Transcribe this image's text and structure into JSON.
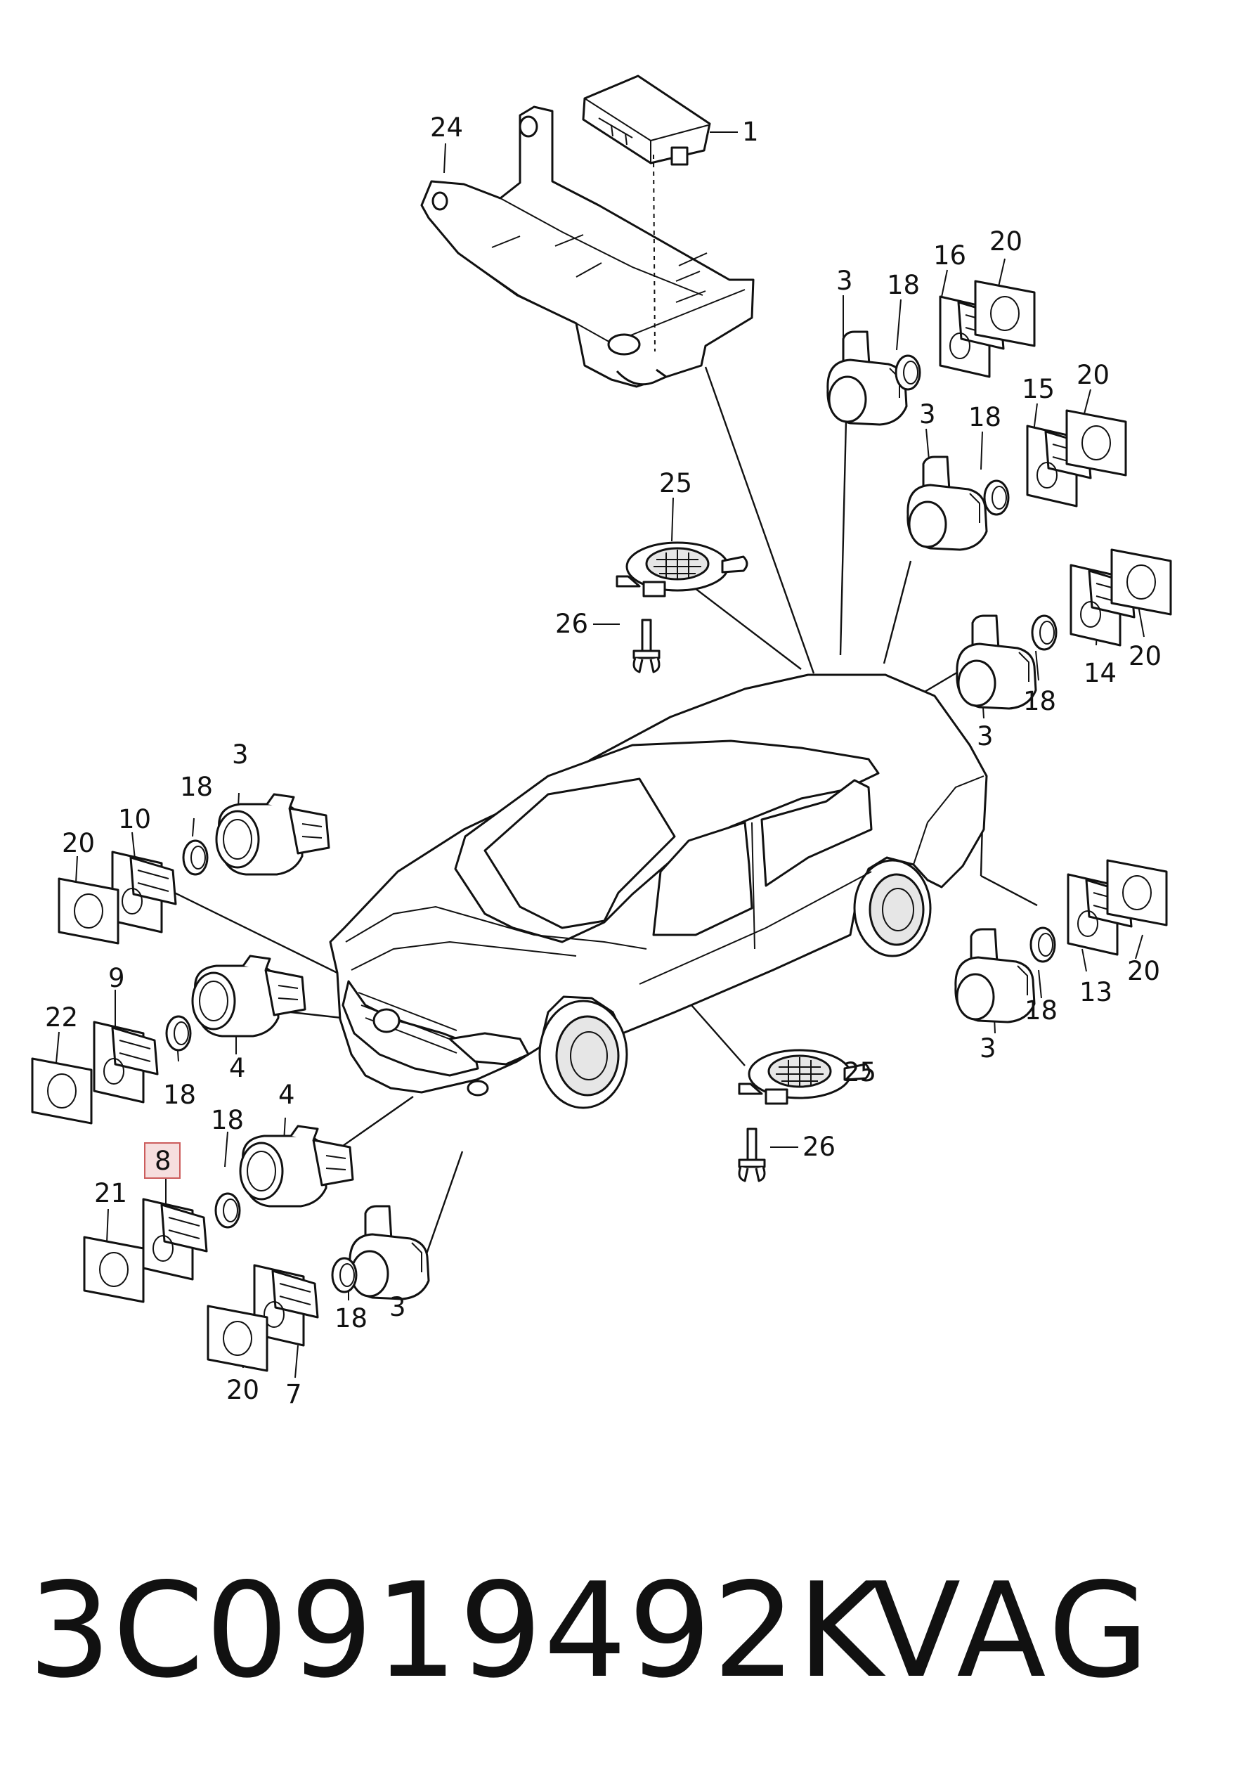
{
  "title": {
    "part_number": "3C0919492K",
    "brand": "VAG"
  },
  "callouts": {
    "c1": "1",
    "c24": "24",
    "c3_rear_a": "3",
    "c18_rear_a": "18",
    "c16": "16",
    "c20_rear_a": "20",
    "c3_rear_b": "3",
    "c18_rear_b": "18",
    "c15": "15",
    "c20_rear_b": "20",
    "c25_top": "25",
    "c26_top": "26",
    "c14": "14",
    "c20_rear_c": "20",
    "c18_rear_c": "18",
    "c3_rear_c": "3",
    "c3_front_a": "3",
    "c18_front_a": "18",
    "c10": "10",
    "c20_front_a": "20",
    "c9": "9",
    "c22": "22",
    "c18_front_b": "18",
    "c4_a": "4",
    "c13": "13",
    "c20_rear_d": "20",
    "c18_rear_d": "18",
    "c3_rear_d": "3",
    "c25_bottom": "25",
    "c26_bottom": "26",
    "c4_b": "4",
    "c18_front_c": "18",
    "c8": "8",
    "c21": "21",
    "c18_front_d": "18",
    "c3_front_b": "3",
    "c20_front_b": "20",
    "c7": "7"
  },
  "highlighted_callout": "8",
  "icons": {
    "control_unit": "control-unit-icon",
    "bracket": "mounting-bracket-icon",
    "sensor": "parking-sensor-icon",
    "ring": "sealing-ring-icon",
    "holder": "sensor-holder-icon",
    "cover": "cover-plate-icon",
    "buzzer": "warning-buzzer-icon",
    "clip": "expanding-clip-icon",
    "car": "sedan-car-icon"
  }
}
